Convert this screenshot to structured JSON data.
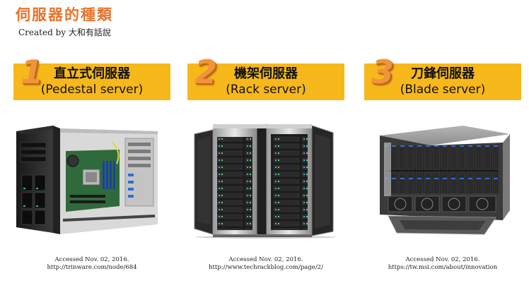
{
  "title": "伺服器的種類",
  "credit": "Created by 大和有話說",
  "cards": [
    {
      "number": "1",
      "title_zh": "直立式伺服器",
      "title_en": "(Pedestal server)",
      "image_icon": "pedestal-server-photo",
      "accessed": "Accessed Nov. 02, 2016.",
      "url": "http://trinware.com/node/684"
    },
    {
      "number": "2",
      "title_zh": "機架伺服器",
      "title_en": "(Rack server)",
      "image_icon": "rack-server-photo",
      "accessed": "Accessed Nov. 02, 2016.",
      "url": "http://www.techrackblog.com/page/2/"
    },
    {
      "number": "3",
      "title_zh": "刀鋒伺服器",
      "title_en": "(Blade server)",
      "image_icon": "blade-server-photo",
      "accessed": "Accessed Nov. 02, 2016.",
      "url": "https://tw.msi.com/about/innovation"
    }
  ],
  "colors": {
    "title": "#e8732b",
    "banner": "#f6b81b",
    "number": "#f0943c"
  }
}
